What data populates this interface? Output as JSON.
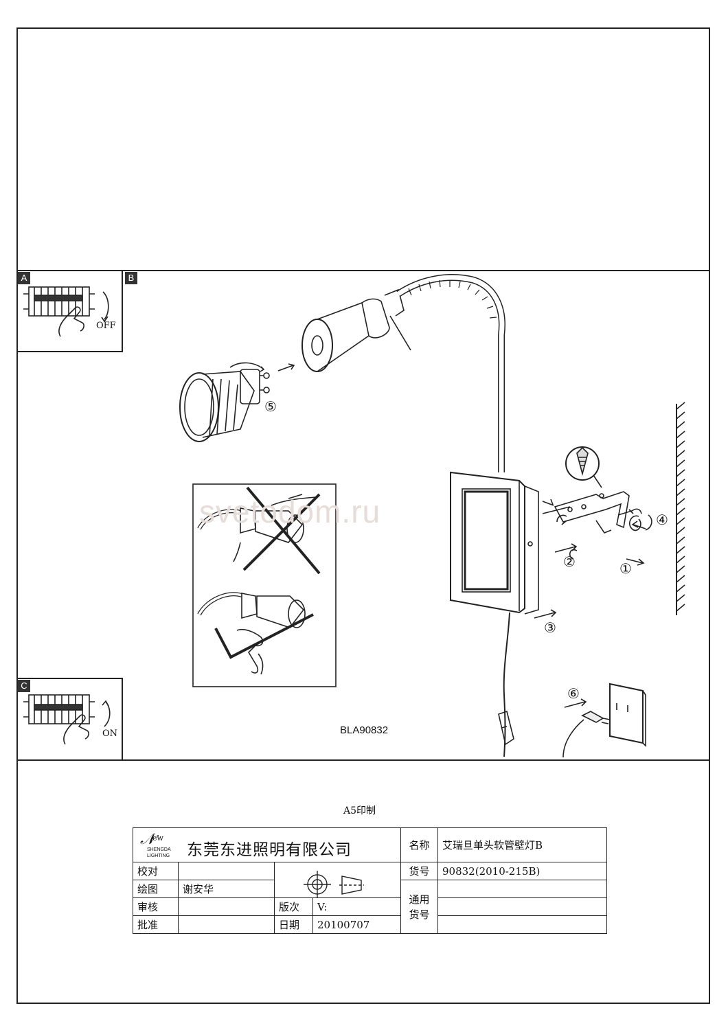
{
  "panels": {
    "a_label": "A",
    "b_label": "B",
    "c_label": "C",
    "off_label": "OFF",
    "on_label": "ON"
  },
  "steps": [
    "⑤",
    "④",
    "②",
    "①",
    "③",
    "⑥"
  ],
  "model_code": "BLA90832",
  "watermark": "svetodom.ru",
  "print_note": "A5印制",
  "title_block": {
    "logo_text": "ew",
    "logo_sub1": "SHENGDA",
    "logo_sub2": "LIGHTING",
    "company": "东莞东进照明有限公司",
    "name_label": "名称",
    "name_value": "艾瑞旦单头软管壁灯B",
    "check_label": "校对",
    "drawing_label": "绘图",
    "drawing_value": "谢安华",
    "review_label": "审核",
    "approve_label": "批准",
    "item_no_label": "货号",
    "item_no_value": "90832(2010-215B)",
    "general_label": "通用货号",
    "version_label": "版次",
    "version_value": "V:",
    "date_label": "日期",
    "date_value": "20100707"
  },
  "colors": {
    "line": "#222222",
    "watermark": "#e6dcd8"
  }
}
